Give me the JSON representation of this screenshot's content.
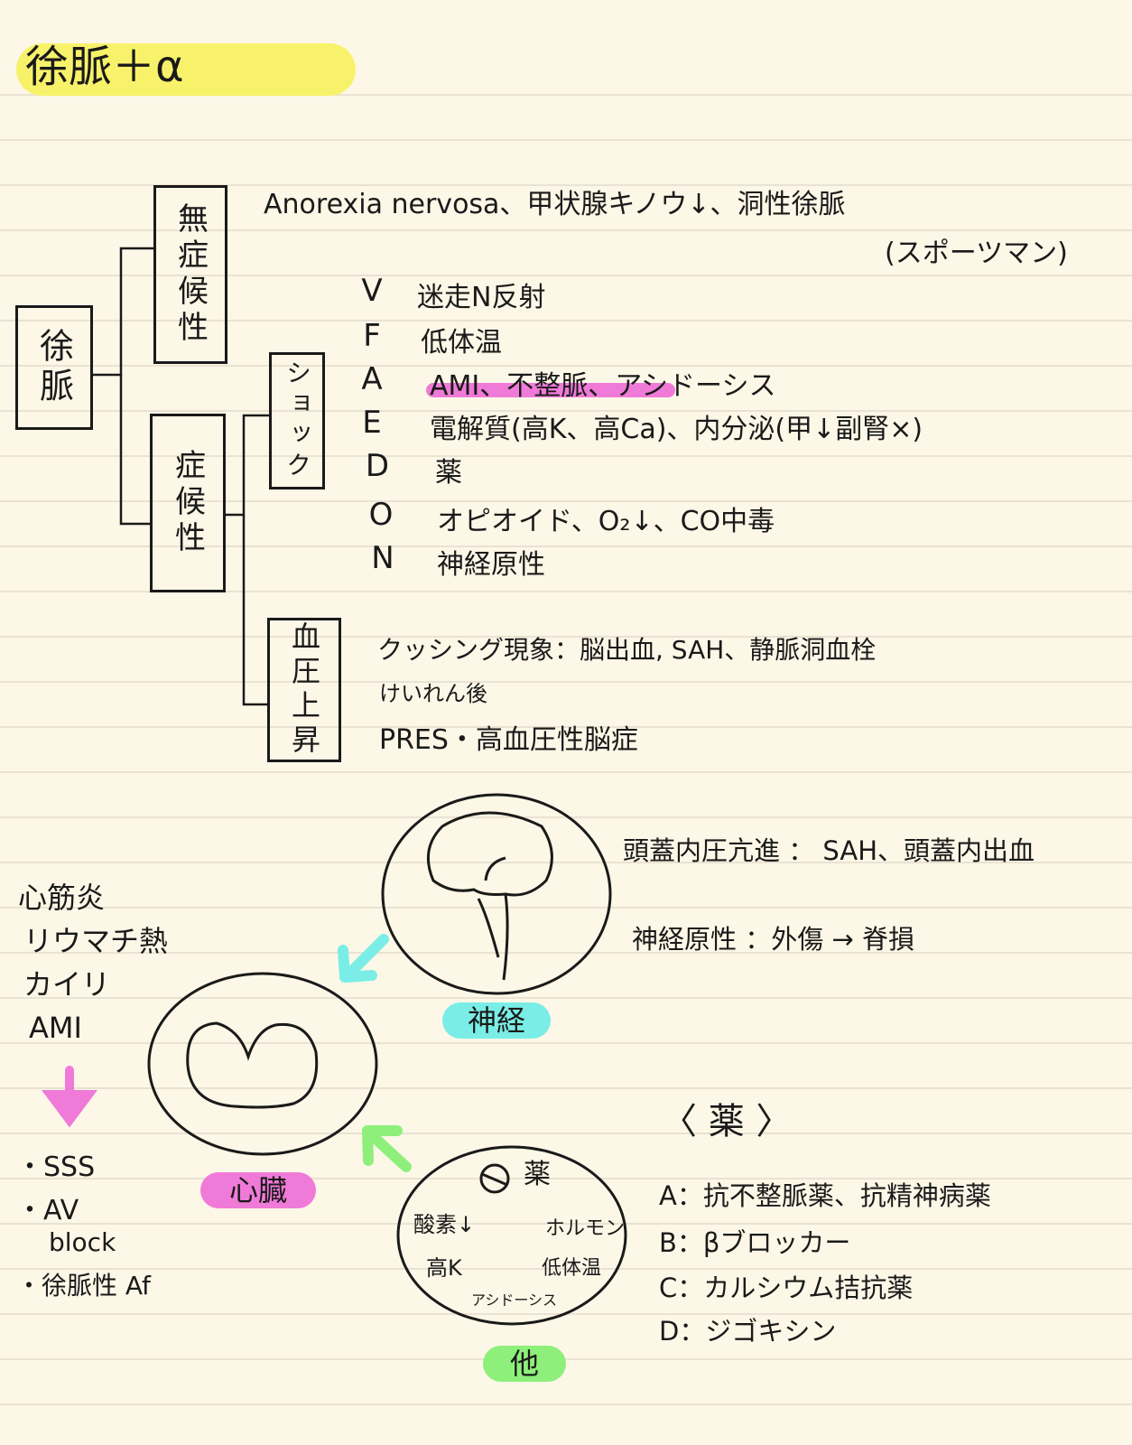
{
  "title": "徐脈＋α",
  "root_box": "徐脈",
  "asymptomatic": {
    "box": "無症候性",
    "line1": "Anorexia nervosa、甲状腺キノウ↓、洞性徐脈",
    "line2": "(スポーツマン)"
  },
  "symptomatic_box": "症候性",
  "shock": {
    "box": "ショック",
    "items": [
      {
        "letter": "V",
        "text": "迷走N反射"
      },
      {
        "letter": "F",
        "text": "低体温"
      },
      {
        "letter": "A",
        "text": "AMI、不整脈、アシドーシス"
      },
      {
        "letter": "E",
        "text": "電解質(高K、高Ca)、内分泌(甲↓副腎×)"
      },
      {
        "letter": "D",
        "text": "薬"
      },
      {
        "letter": "O",
        "text": "オピオイド、O₂↓、CO中毒"
      },
      {
        "letter": "N",
        "text": "神経原性"
      }
    ]
  },
  "bp_rise": {
    "box": "血圧上昇",
    "items": [
      "クッシング現象：脳出血, SAH、静脈洞血栓",
      "けいれん後",
      "PRES・高血圧性脳症"
    ]
  },
  "neuro": {
    "label": "神経",
    "notes": [
      "頭蓋内圧亢進 ： SAH、頭蓋内出血",
      "神経原性 ：外傷 → 脊損"
    ]
  },
  "heart": {
    "label": "心臓",
    "causes": [
      "心筋炎",
      "リウマチ熱",
      "カイリ",
      "AMI"
    ],
    "results": [
      "・SSS",
      "・AV",
      "block",
      "・徐脈性 Af"
    ]
  },
  "other": {
    "label": "他",
    "items": [
      "薬",
      "酸素↓",
      "ホルモン",
      "高K",
      "低体温",
      "アシドーシス"
    ]
  },
  "drugs": {
    "heading": "〈 薬 〉",
    "items": [
      "A：抗不整脈薬、抗精神病薬",
      "B：βブロッカー",
      "C：カルシウム拮抗薬",
      "D：ジゴキシン"
    ]
  },
  "colors": {
    "paper": "#fdf7e7",
    "rule_line": "#e4dccb",
    "yellow": "#f8f26a",
    "pink": "#f07ad8",
    "cyan": "#7aeee6",
    "green": "#8ef07a",
    "ink": "#1a1a1a"
  }
}
